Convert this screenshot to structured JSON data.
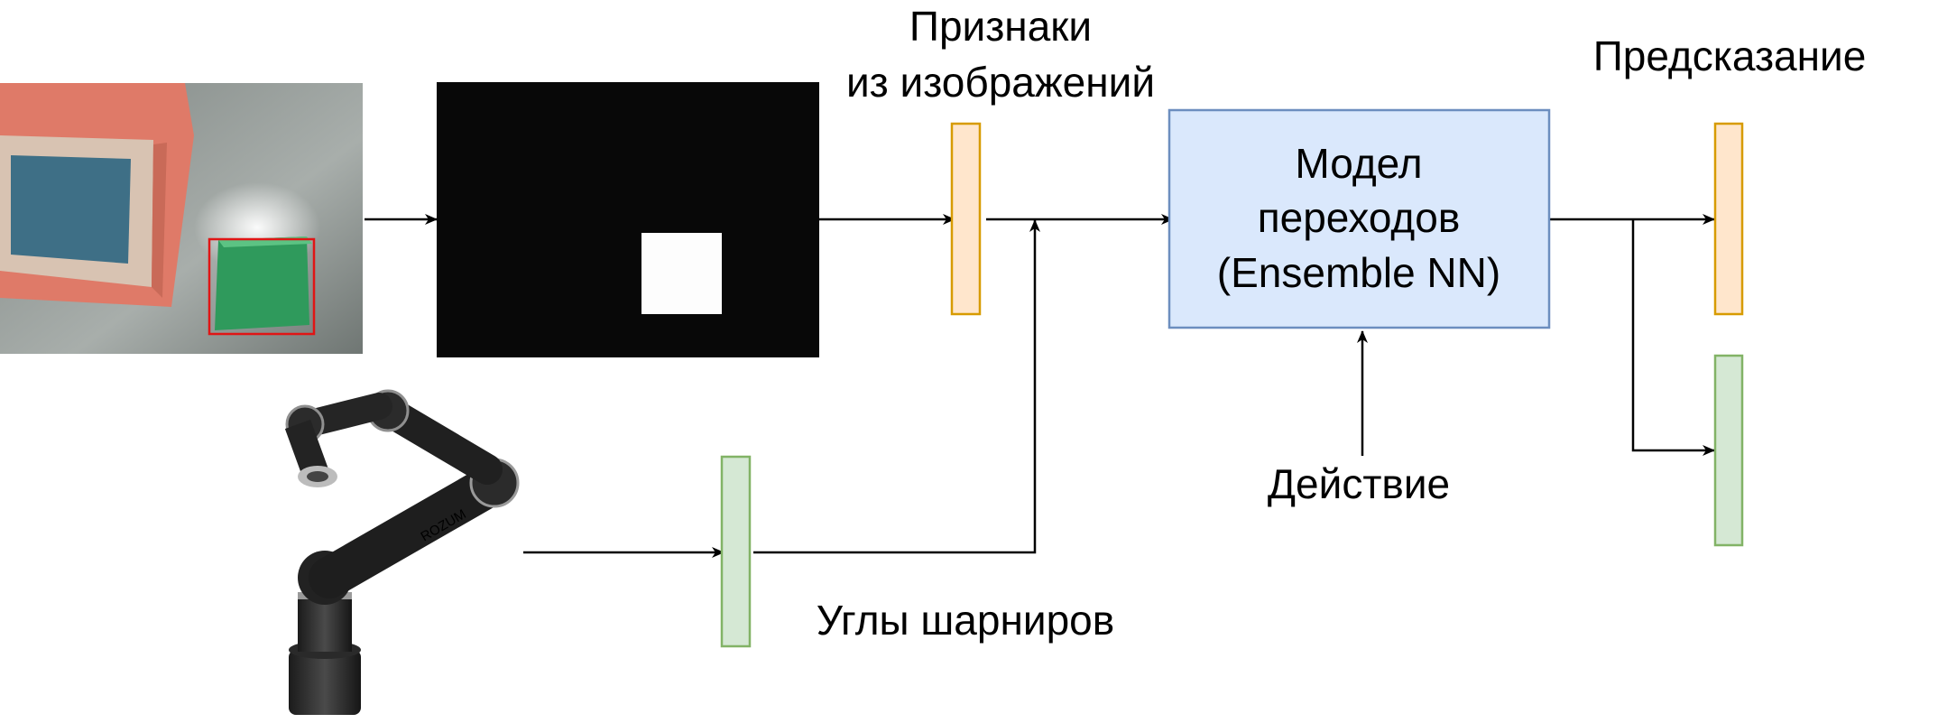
{
  "labels": {
    "image_features_line1": "Признаки",
    "image_features_line2": "из изображений",
    "prediction": "Предсказание",
    "model_line1": "Модел",
    "model_line2": "переходов",
    "model_line3": "(Ensemble NN)",
    "action": "Действие",
    "joint_angles": "Углы шарниров",
    "robot_logo": "ROZUM"
  },
  "colors": {
    "feature_orange_fill": "#ffe6cc",
    "feature_orange_stroke": "#d79b00",
    "feature_green_fill": "#d5e8d4",
    "feature_green_stroke": "#82b366",
    "model_fill": "#dae8fc",
    "model_stroke": "#6c8ebf",
    "mask_background": "#080808",
    "mask_object": "#fdfdfd",
    "bbox_red": "#e01515"
  },
  "icons": {
    "camera_photo": "camera-frame-with-green-cube",
    "robot_arm": "robot-arm-icon"
  }
}
